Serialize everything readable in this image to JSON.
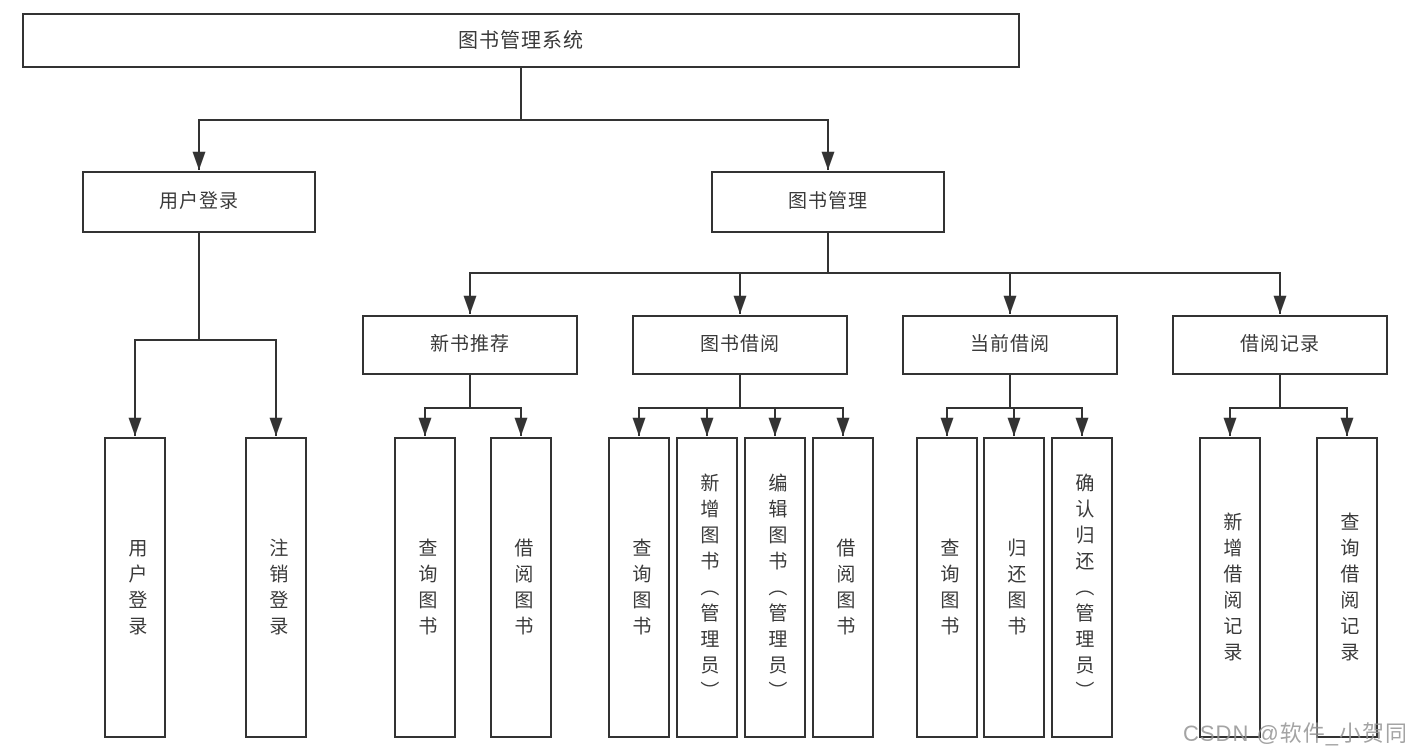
{
  "diagram": {
    "root": {
      "label": "图书管理系统"
    },
    "level2": [
      {
        "label": "用户登录"
      },
      {
        "label": "图书管理"
      }
    ],
    "level3": [
      {
        "label": "新书推荐"
      },
      {
        "label": "图书借阅"
      },
      {
        "label": "当前借阅"
      },
      {
        "label": "借阅记录"
      }
    ],
    "leaves": [
      {
        "label": "用户登录"
      },
      {
        "label": "注销登录"
      },
      {
        "label": "查询图书"
      },
      {
        "label": "借阅图书"
      },
      {
        "label": "查询图书"
      },
      {
        "label": "新增图书（管理员）"
      },
      {
        "label": "编辑图书（管理员）"
      },
      {
        "label": "借阅图书"
      },
      {
        "label": "查询图书"
      },
      {
        "label": "归还图书"
      },
      {
        "label": "确认归还（管理员）"
      },
      {
        "label": "新增借阅记录"
      },
      {
        "label": "查询借阅记录"
      }
    ]
  },
  "watermark": {
    "text": "CSDN @软件_小贺同学"
  },
  "colors": {
    "line": "#333333",
    "border": "#333333",
    "text": "#3a3a3a",
    "watermark_gray": "#949494",
    "background": "#ffffff"
  }
}
